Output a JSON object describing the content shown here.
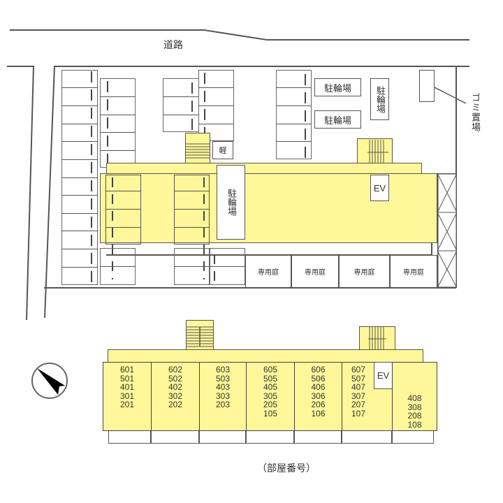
{
  "site_plan": {
    "road_label": "道路",
    "bicycle_parking_labels": [
      "駐輪場",
      "駐輪場",
      "駐輪場",
      "駐輪場"
    ],
    "light_vehicle_label": "軽",
    "garbage_label": "ゴミ置場",
    "ev_label": "EV",
    "private_garden_labels": [
      "専用庭",
      "専用庭",
      "専用庭",
      "専用庭"
    ],
    "building_color": "#fff799"
  },
  "room_plan": {
    "caption": "（部屋番号）",
    "ev_label": "EV",
    "columns": [
      {
        "rooms": [
          "601",
          "501",
          "401",
          "301",
          "201"
        ]
      },
      {
        "rooms": [
          "602",
          "502",
          "402",
          "302",
          "202"
        ]
      },
      {
        "rooms": [
          "603",
          "503",
          "403",
          "303",
          "203"
        ]
      },
      {
        "rooms": [
          "605",
          "505",
          "405",
          "305",
          "205",
          "105"
        ]
      },
      {
        "rooms": [
          "606",
          "506",
          "406",
          "306",
          "206",
          "106"
        ]
      },
      {
        "rooms": [
          "607",
          "507",
          "407",
          "307",
          "207",
          "107"
        ]
      },
      {
        "rooms": [
          "408",
          "308",
          "208",
          "108"
        ]
      }
    ]
  },
  "compass": {
    "icon": "north-arrow-icon"
  }
}
